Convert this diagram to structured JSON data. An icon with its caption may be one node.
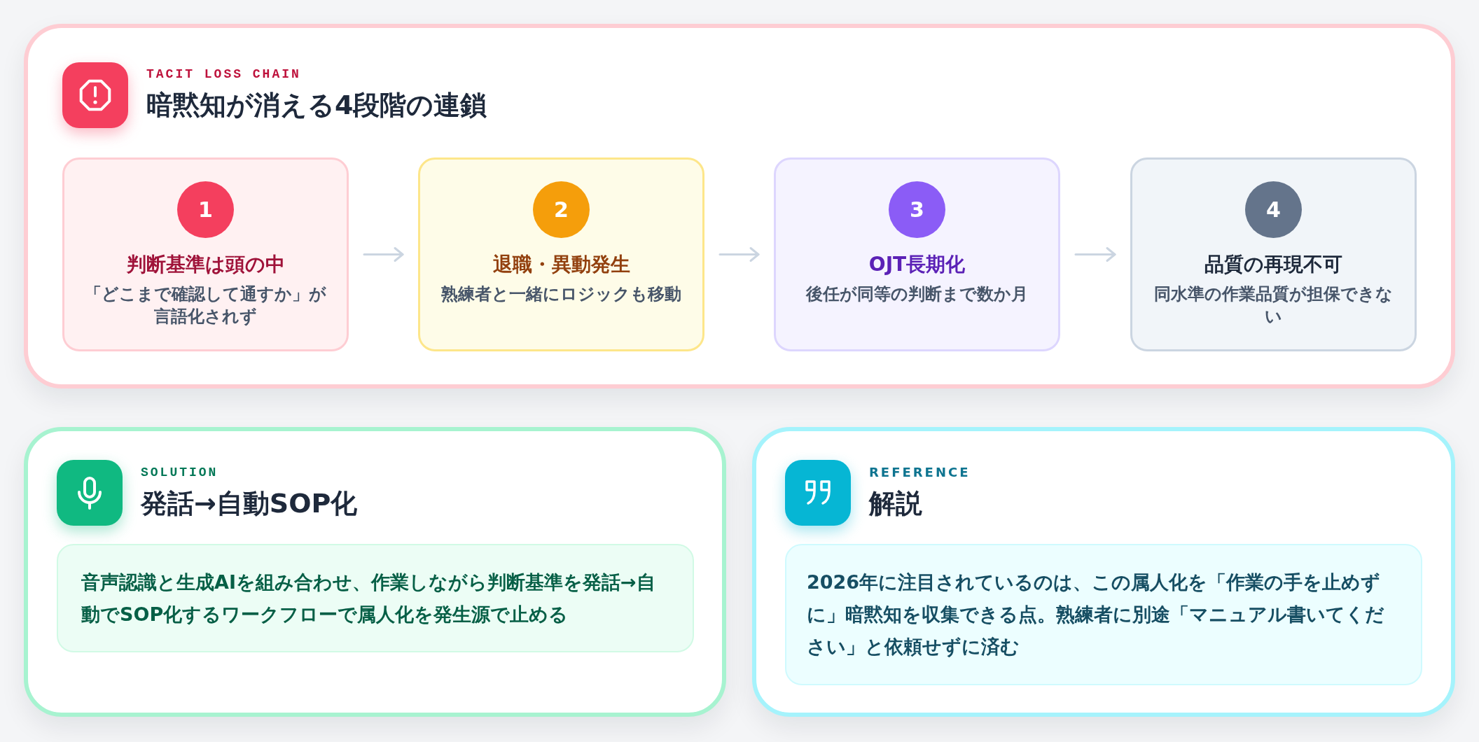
{
  "diagram": {
    "nodes": [
      {
        "text": [
          "TACIT LOSS CHAIN",
          "暗黙知が消える4段階の連鎖"
        ]
      },
      {
        "text": [
          "判断基準は頭の中",
          "「どこまで確認して通すか」が言語化されず"
        ],
        "in": 0
      },
      {
        "text": [
          "1"
        ],
        "in": 1
      },
      {
        "text": [
          "退職・異動発生",
          "熟練者と一緒にロジックも移動"
        ],
        "in": 0
      },
      {
        "text": [
          "2"
        ],
        "in": 3
      },
      {
        "text": [
          "OJT長期化",
          "後任が同等の判断まで数か月"
        ],
        "in": 0
      },
      {
        "text": [
          "3"
        ],
        "in": 5
      },
      {
        "text": [
          "品質の再現不可",
          "同水準の作業品質が担保できない"
        ],
        "in": 0
      },
      {
        "text": [
          "4"
        ],
        "in": 7
      },
      {
        "text": [
          "SOLUTION",
          "発話→自動SOP化"
        ]
      },
      {
        "text": [
          "音声認識と生成AIを組み合わせ、作業しながら判断基準を発話→自動でSOP化するワークフローで属人化を発生源で止める"
        ],
        "in": 9
      },
      {
        "text": [
          "REFERENCE",
          "解説"
        ]
      },
      {
        "text": [
          "2026年に注目されているのは、この属人化を「作業の手を止めずに」暗黙知を収集できる点。熟練者に別途「マニュアル書いてください」と依頼せずに済む"
        ],
        "in": 11
      }
    ],
    "edges": [
      {
        "from": 1,
        "to": 3,
        "arrow": "to"
      },
      {
        "from": 3,
        "to": 5,
        "arrow": "to"
      },
      {
        "from": 5,
        "to": 7,
        "arrow": "to"
      }
    ]
  }
}
